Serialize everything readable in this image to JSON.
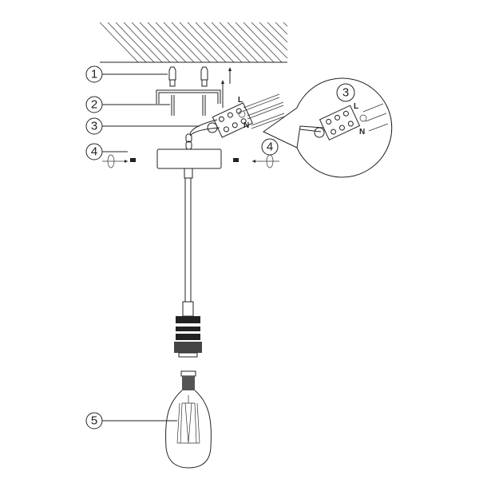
{
  "callouts": {
    "c1": "1",
    "c2": "2",
    "c3": "3",
    "c4": "4",
    "c5": "5",
    "detail_3": "3",
    "right_4": "4"
  },
  "terminals": {
    "live": "L",
    "neutral": "N",
    "detail_live": "L",
    "detail_neutral": "N",
    "earth_icon": "earth-ground-symbol"
  }
}
